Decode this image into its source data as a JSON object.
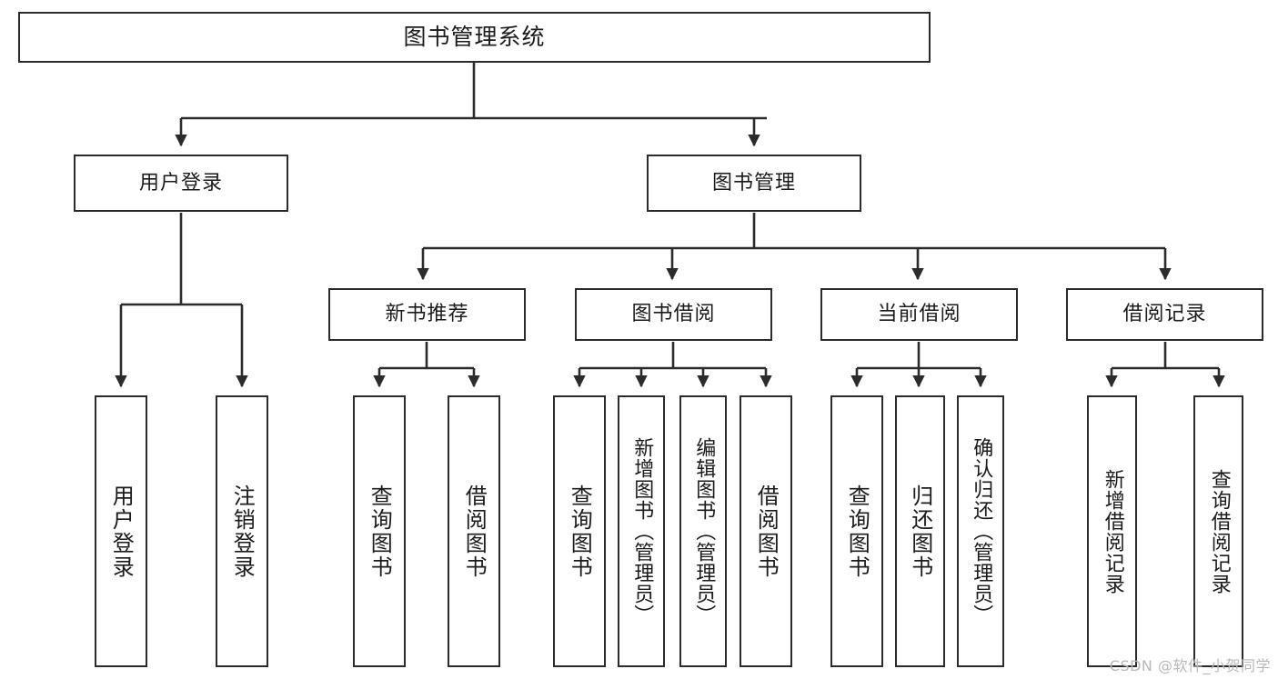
{
  "diagram": {
    "type": "hierarchy-tree",
    "title": "图书管理系统",
    "watermark": "CSDN @软件_小贺同学",
    "colors": {
      "box_border": "#2b2b2b",
      "box_fill": "#ffffff",
      "connector": "#2b2b2b",
      "text": "#1b1b1b",
      "watermark": "#b9b9b9",
      "background": "#ffffff"
    },
    "nodes": {
      "root": {
        "label": "图书管理系统"
      },
      "level2": [
        {
          "id": "user-login",
          "label": "用户登录"
        },
        {
          "id": "book-management",
          "label": "图书管理"
        }
      ],
      "level3": [
        {
          "id": "new-book-recommend",
          "label": "新书推荐"
        },
        {
          "id": "book-borrow",
          "label": "图书借阅"
        },
        {
          "id": "current-borrow",
          "label": "当前借阅"
        },
        {
          "id": "borrow-record",
          "label": "借阅记录"
        }
      ],
      "leaves": [
        {
          "id": "leaf-user-login",
          "label": "用户登录",
          "parent": "user-login"
        },
        {
          "id": "leaf-user-logout",
          "label": "注销登录",
          "parent": "user-login"
        },
        {
          "id": "leaf-query-book-rec",
          "label": "查询图书",
          "parent": "new-book-recommend"
        },
        {
          "id": "leaf-borrow-book-rec",
          "label": "借阅图书",
          "parent": "new-book-recommend"
        },
        {
          "id": "leaf-query-book-borrow",
          "label": "查询图书",
          "parent": "book-borrow"
        },
        {
          "id": "leaf-add-book-admin",
          "label": "新增图书（管理员）",
          "parent": "book-borrow"
        },
        {
          "id": "leaf-edit-book-admin",
          "label": "编辑图书（管理员）",
          "parent": "book-borrow"
        },
        {
          "id": "leaf-borrow-book",
          "label": "借阅图书",
          "parent": "book-borrow"
        },
        {
          "id": "leaf-query-book-current",
          "label": "查询图书",
          "parent": "current-borrow"
        },
        {
          "id": "leaf-return-book",
          "label": "归还图书",
          "parent": "current-borrow"
        },
        {
          "id": "leaf-confirm-return-admin",
          "label": "确认归还（管理员）",
          "parent": "current-borrow"
        },
        {
          "id": "leaf-add-borrow-record",
          "label": "新增借阅记录",
          "parent": "borrow-record"
        },
        {
          "id": "leaf-query-borrow-record",
          "label": "查询借阅记录",
          "parent": "borrow-record"
        }
      ]
    }
  }
}
